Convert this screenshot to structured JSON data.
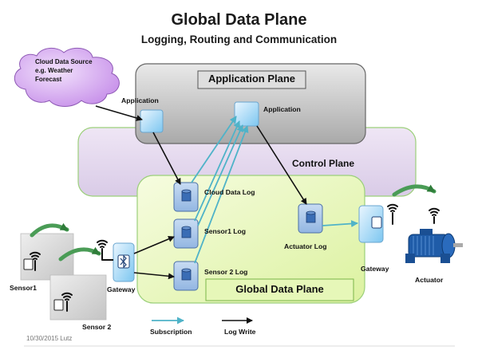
{
  "title": "Global Data Plane",
  "subtitle": "Logging, Routing and Communication",
  "cloud": {
    "label": "Cloud Data Source e.g. Weather Forecast"
  },
  "planes": {
    "application": "Application Plane",
    "control": "Control Plane",
    "global": "Global Data Plane"
  },
  "nodes": {
    "app1": "Application",
    "app2": "Application",
    "cloud_log": "Cloud Data Log",
    "sensor1_log": "Sensor1 Log",
    "sensor2_log": "Sensor 2 Log",
    "actuator_log": "Actuator Log",
    "gateway_left": "Gateway",
    "gateway_right": "Gateway",
    "sensor1": "Sensor1",
    "sensor2": "Sensor 2",
    "actuator": "Actuator"
  },
  "legend": {
    "subscription": "Subscription",
    "log_write": "Log Write"
  },
  "footer": "10/30/2015 Lutz",
  "colors": {
    "subscription": "#4fb3c8",
    "log_write": "#111111",
    "app_plane_fill": "#bdbdbd",
    "control_plane_fill": "#e2d6ee",
    "data_plane_fill": "#e6f7b8",
    "log_box": "#a9c6ea",
    "cloud_fill": "#d7a8f3",
    "motor": "#1f5ca8"
  },
  "icons": [
    "wifi-icon",
    "bluetooth-icon",
    "database-icon",
    "cloud-icon",
    "motor-icon",
    "curved-arrow-icon"
  ]
}
